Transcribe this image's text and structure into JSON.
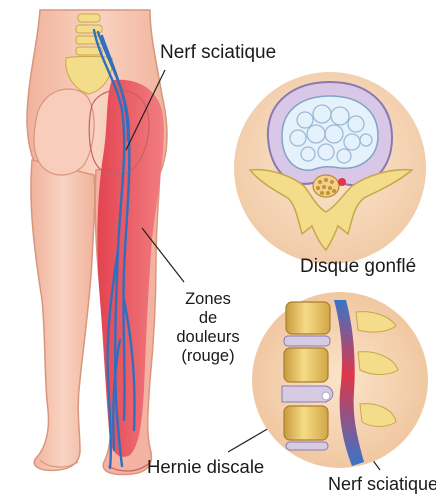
{
  "labels": {
    "sciatic_nerve_top": "Nerf sciatique",
    "bulging_disc": "Disque gonflé",
    "pain_zones": [
      "Zones",
      "de",
      "douleurs",
      "(rouge)"
    ],
    "herniated_disc": "Hernie discale",
    "sciatic_nerve_bottom": "Nerf sciatique"
  },
  "colors": {
    "skin": "#f6c7b4",
    "skin_shadow": "#e9a993",
    "pain_red": "#ec5f6a",
    "nerve_blue": "#2f6fbf",
    "spine_yellow": "#f3dd8a",
    "circle_bg": "#f7dcc0",
    "disc_white": "#e6f2fb",
    "vertebra_gold": "#e9c764"
  }
}
